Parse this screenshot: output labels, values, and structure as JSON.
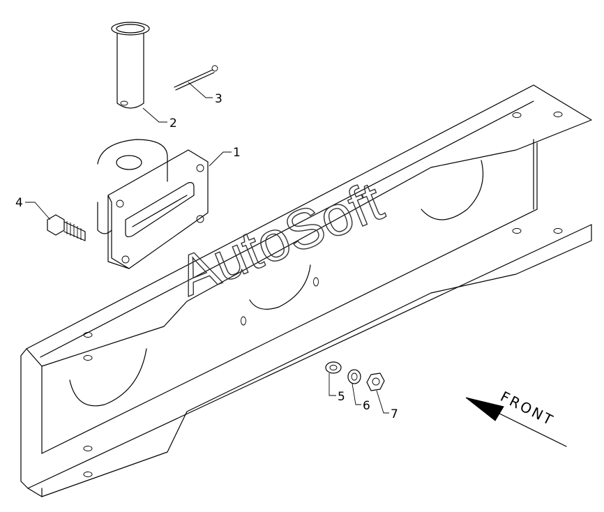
{
  "watermark": "AutoSoft",
  "direction_label": "FRONT",
  "callouts": [
    {
      "id": "callout-1",
      "label": "1"
    },
    {
      "id": "callout-2",
      "label": "2"
    },
    {
      "id": "callout-3",
      "label": "3"
    },
    {
      "id": "callout-4",
      "label": "4"
    },
    {
      "id": "callout-5",
      "label": "5"
    },
    {
      "id": "callout-6",
      "label": "6"
    },
    {
      "id": "callout-7",
      "label": "7"
    }
  ]
}
